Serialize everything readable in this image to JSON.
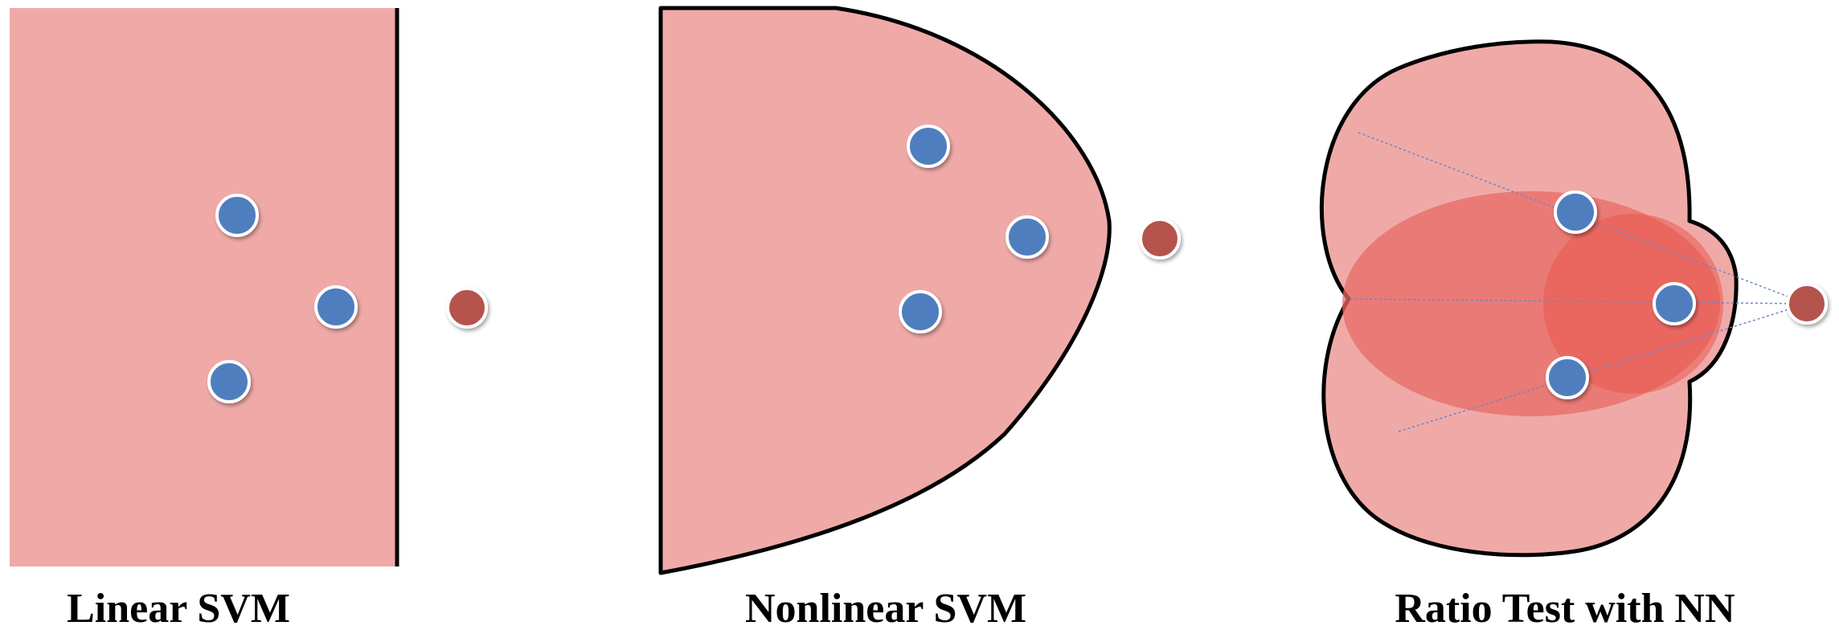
{
  "panels": [
    {
      "caption": "Linear SVM"
    },
    {
      "caption": "Nonlinear SVM"
    },
    {
      "caption": "Ratio Test with NN"
    }
  ],
  "colors": {
    "region_fill": "#EFAAA8",
    "region_stroke": "#000000",
    "inner_ellipse": "#E86A66",
    "inner_circle": "#E9574F",
    "positive_point": "#4F7EBE",
    "negative_point": "#B5534E",
    "point_outline": "#FFFFFF",
    "nn_line": "#6C86C8"
  },
  "icons": {
    "positive": "blue-circle",
    "negative": "red-circle"
  }
}
